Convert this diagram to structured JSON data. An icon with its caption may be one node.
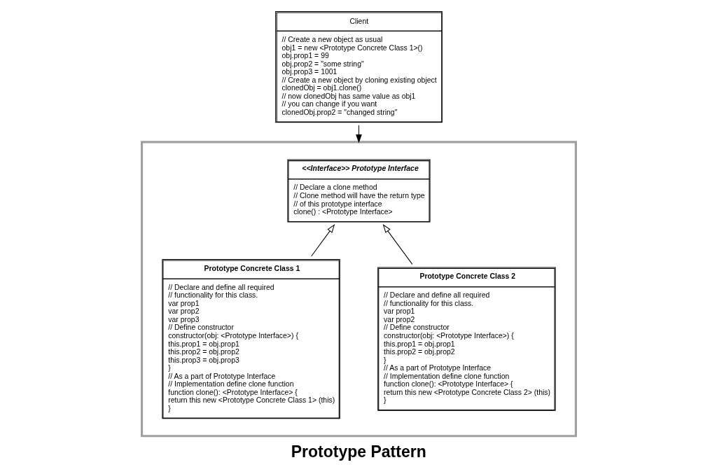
{
  "diagram": {
    "title": "Prototype Pattern",
    "nodes": [
      {
        "text": [
          "Client",
          "// Create a new object as usual",
          "obj1 = new <Prototype Concrete Class 1>()",
          "obj.prop1 = 99",
          "obj.prop2 = \"some string\"",
          "obj.prop3 = 1001",
          "// Create a new object by cloning existing object",
          "clonedObj = obj1.clone()",
          "// now clonedObj has same value as obj1",
          "// you can change if you want",
          "clonedObj.prop2 = \"changed string\""
        ]
      },
      {
        "text": [],
        "shape": "box"
      },
      {
        "text": [
          "<<Interface>> Prototype Interface",
          "// Declare a clone method",
          "// Clone method will have the return type",
          "// of this prototype interface",
          "clone() : <Prototype Interface>"
        ],
        "in": 1
      },
      {
        "text": [
          "Prototype Concrete Class 1",
          "// Declare and define all required",
          "// functionality for this class.",
          "var prop1",
          "var prop2",
          "var prop3",
          "// Define constructor",
          "constructor(obj: <Prototype Interface>) {",
          "this.prop1 = obj.prop1",
          "this.prop2 = obj.prop2",
          "this.prop3 = obj.prop3",
          "}",
          "// As a part of Prototype Interface",
          "// Implementation define clone function",
          "function clone(): <Prototype Interface> {",
          "return this new <Prototype Concrete Class 1> (this)",
          "}"
        ],
        "in": 1
      },
      {
        "text": [
          "Prototype Concrete Class 2",
          "// Declare and define all required",
          "// functionality for this class.",
          "var prop1",
          "var prop2",
          "// Define constructor",
          "constructor(obj: <Prototype Interface>) {",
          "this.prop1 = obj.prop1",
          "this.prop2 = obj.prop2",
          "}",
          "// As a part of Prototype Interface",
          "// Implementation define clone function",
          "function clone(): <Prototype Interface> {",
          "return this new <Prototype Concrete Class 2> (this)",
          "}"
        ],
        "in": 1
      }
    ],
    "edges": [
      {
        "from": 0,
        "to": 1,
        "arrow": "to"
      },
      {
        "from": 3,
        "to": 2,
        "arrow": "to"
      },
      {
        "from": 4,
        "to": 2,
        "arrow": "to"
      }
    ]
  }
}
